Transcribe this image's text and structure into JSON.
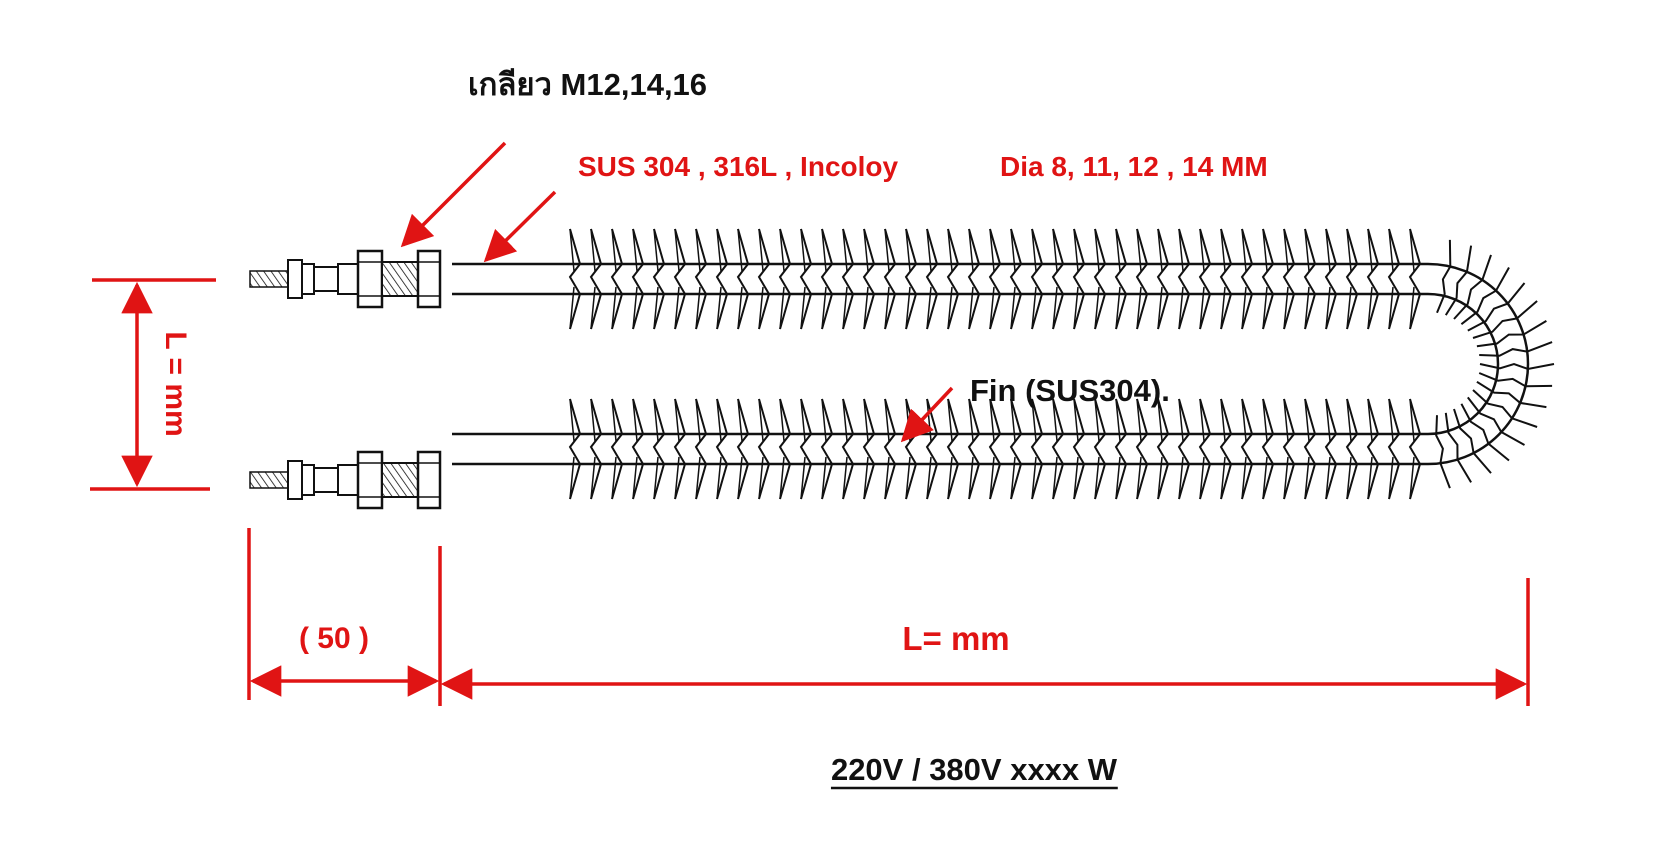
{
  "labels": {
    "thread": "เกลียว M12,14,16",
    "material": "SUS 304 , 316L , Incoloy",
    "diameter": "Dia  8, 11, 12 , 14  MM",
    "fin": "Fin (SUS304).",
    "height": "L = mm",
    "terminal_length": "( 50 )",
    "length": "L= mm",
    "rating": "220V / 380V xxxx W"
  },
  "colors": {
    "annotation": "#e01414",
    "text": "#111111",
    "line": "#111111"
  }
}
